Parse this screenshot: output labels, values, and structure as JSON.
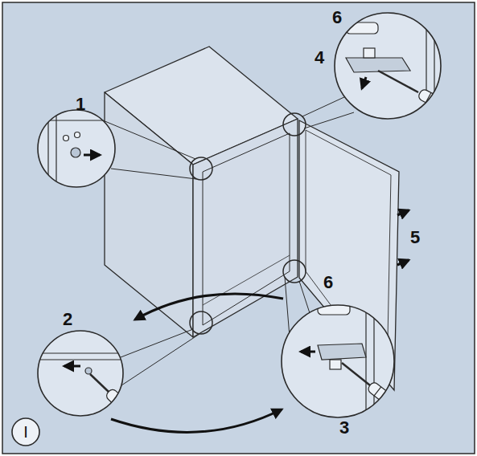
{
  "diagram": {
    "nodes": [
      {
        "text": [
          "I"
        ]
      }
    ],
    "labels": [
      "6",
      "4",
      "1",
      "5",
      "6",
      "2",
      "3"
    ]
  }
}
